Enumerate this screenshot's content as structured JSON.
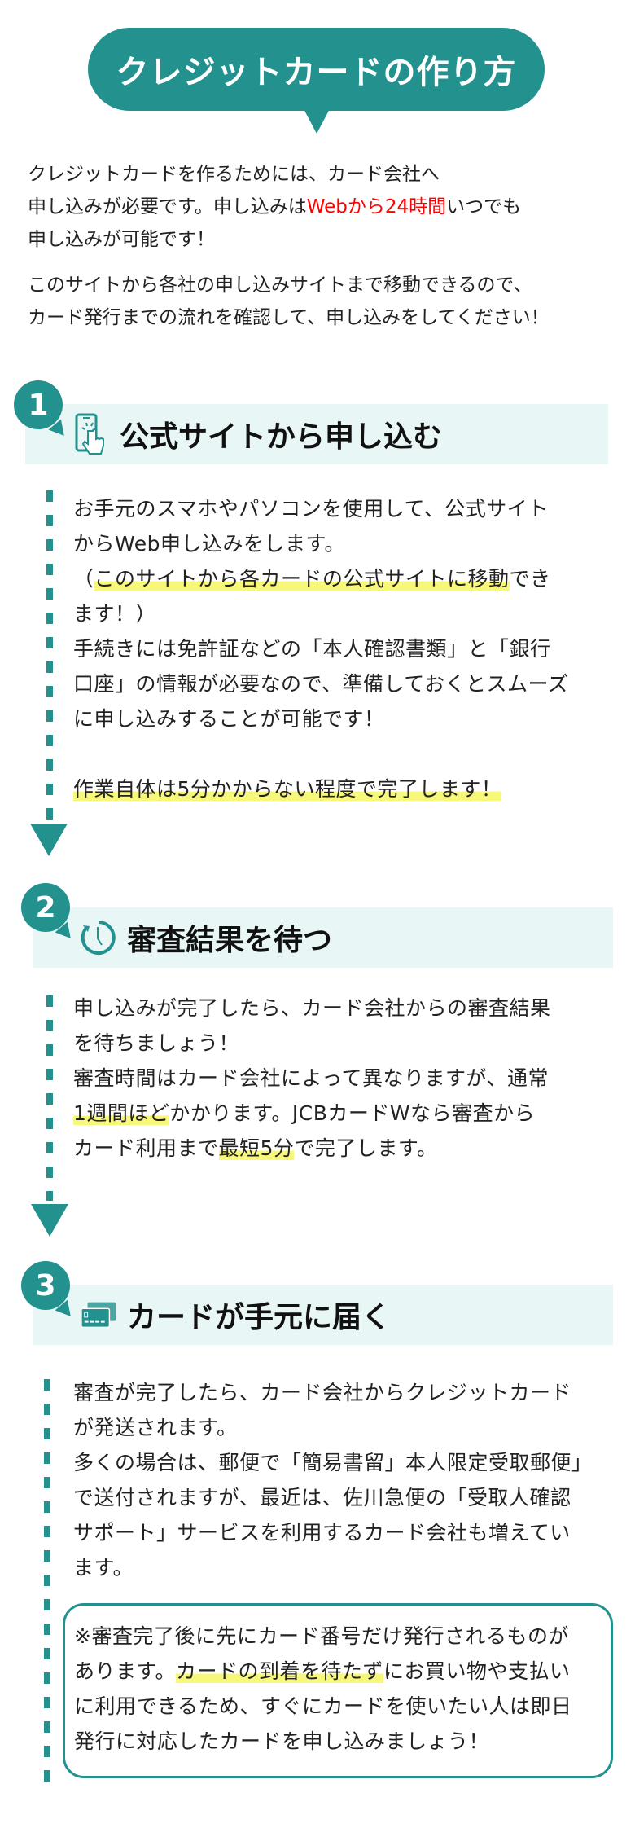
{
  "header": {
    "title": "クレジットカードの作り方"
  },
  "intro": {
    "p1": [
      "クレジットカードを作るためには、カード会社へ",
      "申し込みが必要です。申し込みは",
      "Webから24時間",
      "いつでも",
      "申し込みが可能です！"
    ],
    "p2": [
      "このサイトから各社の申し込みサイトまで移動できるので、",
      "カード発行までの流れを確認して、申し込みをしてください！"
    ]
  },
  "steps": [
    {
      "number": "1",
      "title": "公式サイトから申し込む",
      "icon": "smartphone-tap-icon",
      "lines": [
        "お手元のスマホやパソコンを使用して、公式サイト",
        "からWeb申し込みをします。",
        "（",
        "このサイトから各カードの公式サイトに移動",
        "でき",
        "ます！）",
        "手続きには免許証などの「本人確認書類」と「銀行",
        "口座」の情報が必要なので、準備しておくとスムーズ",
        "に申し込みすることが可能です！",
        "作業自体は5分かからない程度で完了します！"
      ]
    },
    {
      "number": "2",
      "title": "審査結果を待つ",
      "icon": "clock-icon",
      "lines": [
        "申し込みが完了したら、カード会社からの審査結果",
        "を待ちましょう！",
        "審査時間はカード会社によって異なりますが、通常",
        "1週間ほど",
        "かかります。JCBカードWなら審査から",
        "カード利用まで",
        "最短5分",
        "で完了します。"
      ]
    },
    {
      "number": "3",
      "title": "カードが手元に届く",
      "icon": "credit-card-icon",
      "lines": [
        "審査が完了したら、カード会社からクレジットカード",
        "が発送されます。",
        "多くの場合は、郵便で「簡易書留」本人限定受取郵便」",
        "で送付されますが、最近は、佐川急便の「受取人確認",
        "サポート」サービスを利用するカード会社も増えてい",
        "ます。"
      ],
      "note": [
        "※審査完了後に先にカード番号だけ発行されるものが",
        "あります。",
        "カードの到着を待たず",
        "にお買い物や支払い",
        "に利用できるため、すぐにカードを使いたい人は即日",
        "発行に対応したカードを申し込みましょう！"
      ]
    }
  ],
  "colors": {
    "accent": "#23918e",
    "band": "#e8f6f6",
    "highlight": "#f7f77a",
    "emphasis": "#ff0000"
  }
}
